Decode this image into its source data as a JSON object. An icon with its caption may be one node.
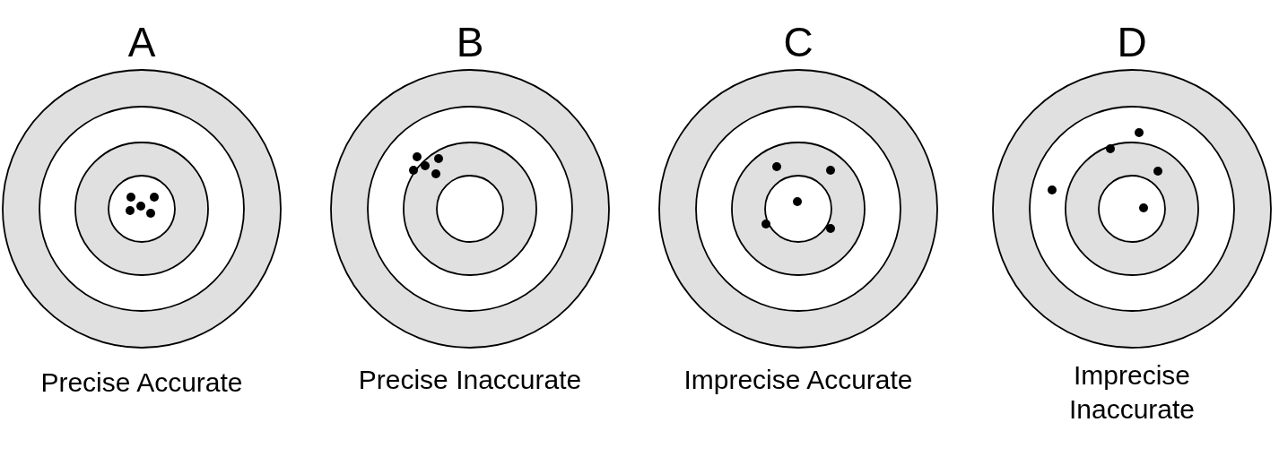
{
  "diagram": {
    "nodes": [
      {
        "text": [
          "A"
        ],
        "beside": [
          "Precise Accurate"
        ]
      },
      {
        "text": [
          "B"
        ],
        "beside": [
          "Precise Inaccurate"
        ]
      },
      {
        "text": [
          "C"
        ],
        "beside": [
          "Imprecise Accurate"
        ]
      },
      {
        "text": [
          "D"
        ],
        "beside": [
          "Imprecise Inaccurate"
        ]
      }
    ]
  }
}
